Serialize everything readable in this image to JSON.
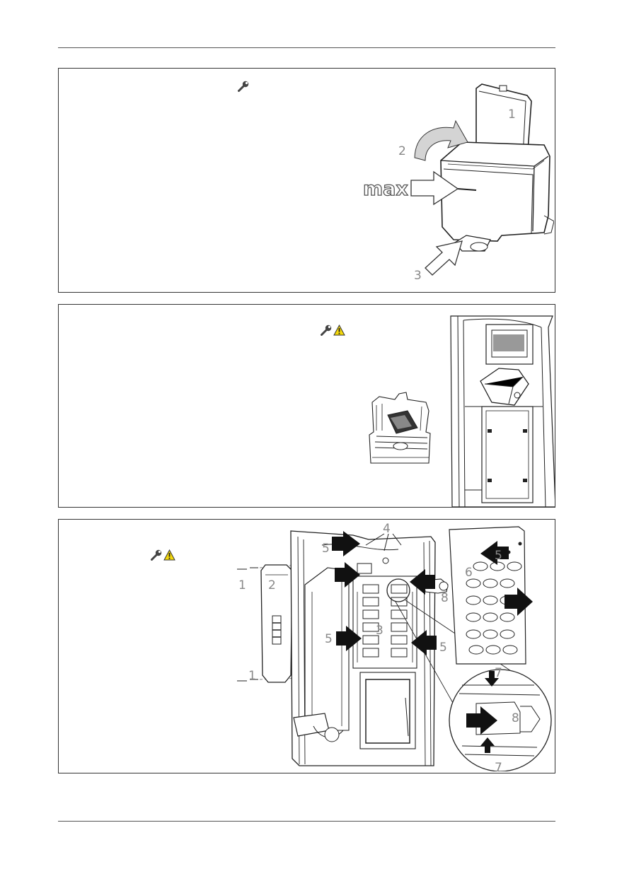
{
  "icons": {
    "panel1": [
      "wrench-icon"
    ],
    "panel2": [
      "wrench-icon",
      "warning-icon"
    ],
    "panel3": [
      "wrench-icon",
      "warning-icon"
    ]
  },
  "colors": {
    "rule": "#555555",
    "border": "#333333",
    "warning": "#f5d90a",
    "line_art": "#222222",
    "arrow_gray": "#cfcfcf",
    "label_gray": "#888888"
  },
  "panel1": {
    "labels": {
      "one": "1",
      "two": "2",
      "three": "3",
      "max": "max"
    }
  },
  "panel3": {
    "labels": {
      "l1a": "1",
      "l1b": "1",
      "l2": "2",
      "l3": "3",
      "l4": "4",
      "l5a": "5",
      "l5b": "5",
      "l5c": "5",
      "l5d": "5",
      "l6": "6",
      "l7a": "7",
      "l7b": "7",
      "l8a": "8",
      "l8b": "8"
    }
  }
}
